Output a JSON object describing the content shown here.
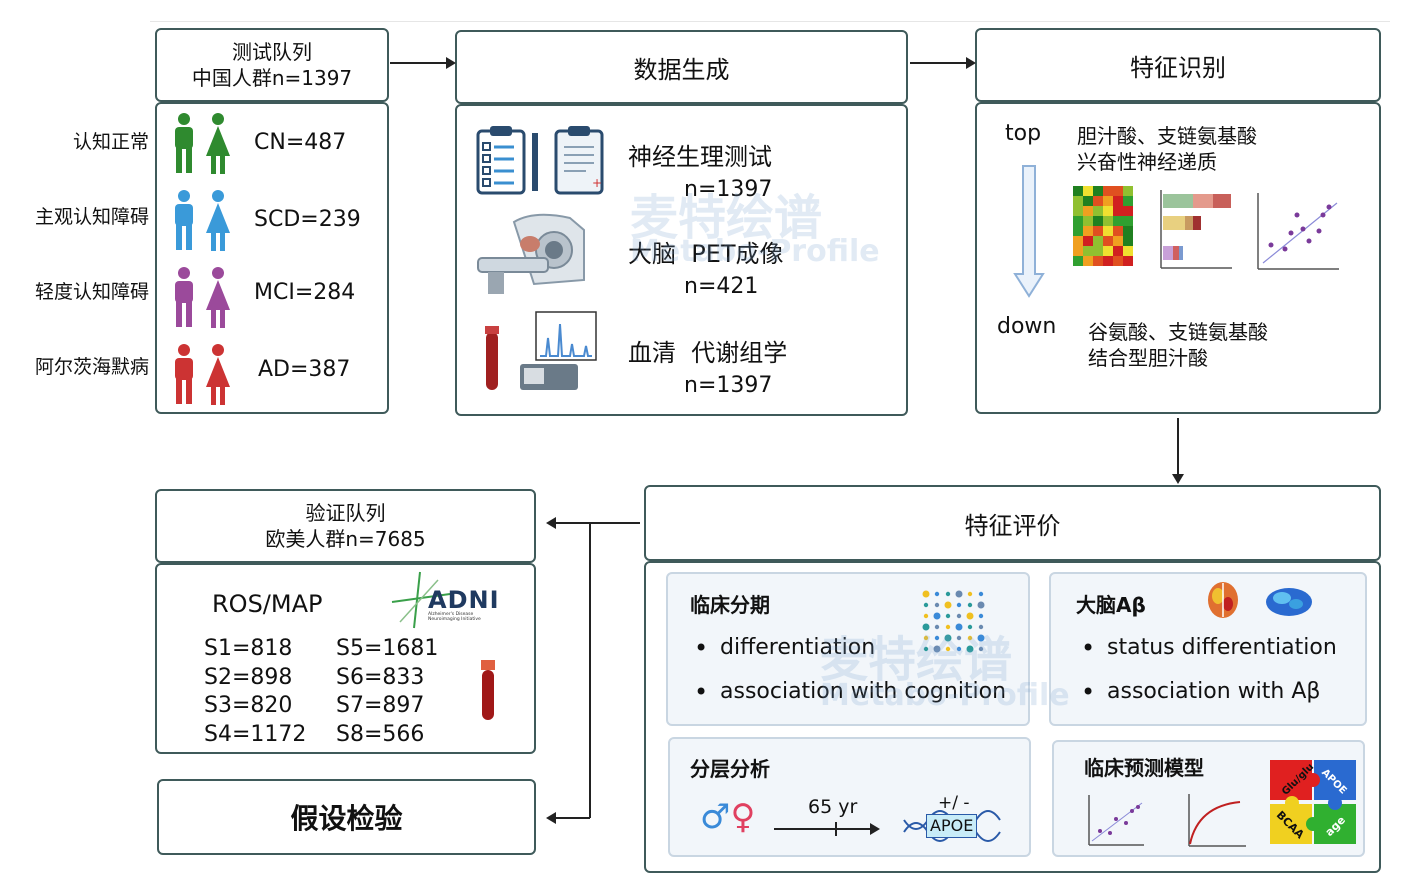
{
  "cohort_test": {
    "title": "测试队列",
    "subtitle": "中国人群n=1397"
  },
  "groups": [
    {
      "label": "认知正常",
      "count": "CN=487",
      "color": "#2f8a2f"
    },
    {
      "label": "主观认知障碍",
      "count": "SCD=239",
      "color": "#3a9ad9"
    },
    {
      "label": "轻度认知障碍",
      "count": "MCI=284",
      "color": "#9b4a9b"
    },
    {
      "label": "阿尔茨海默病",
      "count": "AD=387",
      "color": "#cc3333"
    }
  ],
  "data_gen": {
    "title": "数据生成",
    "items": [
      {
        "name": "神经生理测试",
        "n": "n=1397"
      },
      {
        "name": "大脑  PET成像",
        "n": "n=421"
      },
      {
        "name": "血清  代谢组学",
        "n": "n=1397"
      }
    ]
  },
  "feature_id": {
    "title": "特征识别",
    "top_label": "top",
    "down_label": "down",
    "top_text": [
      "胆汁酸、支链氨基酸",
      "兴奋性神经递质"
    ],
    "down_text": [
      "谷氨酸、支链氨基酸",
      "结合型胆汁酸"
    ]
  },
  "cohort_valid": {
    "title": "验证队列",
    "subtitle": "欧美人群n=7685",
    "source": "ROS/MAP",
    "adni_logo": "ADNI",
    "adni_sub": "Alzheimer's Disease Neuroimaging Initiative",
    "studies_left": [
      "S1=818",
      "S2=898",
      "S3=820",
      "S4=1172"
    ],
    "studies_right": [
      "S5=1681",
      "S6=833",
      "S7=897",
      "S8=566"
    ]
  },
  "hypothesis": {
    "label": "假设检验"
  },
  "feature_eval": {
    "title": "特征评价",
    "clinical_stage": {
      "title": "临床分期",
      "bullets": [
        "differentiation",
        "association with cognition"
      ]
    },
    "brain_abeta": {
      "title": "大脑Aβ",
      "bullets": [
        "status differentiation",
        "association with Aβ"
      ]
    },
    "stratified": {
      "title": "分层分析",
      "age": "65 yr",
      "apoe": "APOE",
      "apoe_sign": "+/ -"
    },
    "model": {
      "title": "临床预测模型",
      "pieces": [
        "Glu/glu",
        "APOE",
        "BCAA",
        "age"
      ]
    }
  },
  "watermark": {
    "cn": "麦特绘谱",
    "en": "Metabo-Profile"
  },
  "colors": {
    "border": "#3f5a5a",
    "panel": "#f2f6fa",
    "arrow": "#222222"
  }
}
